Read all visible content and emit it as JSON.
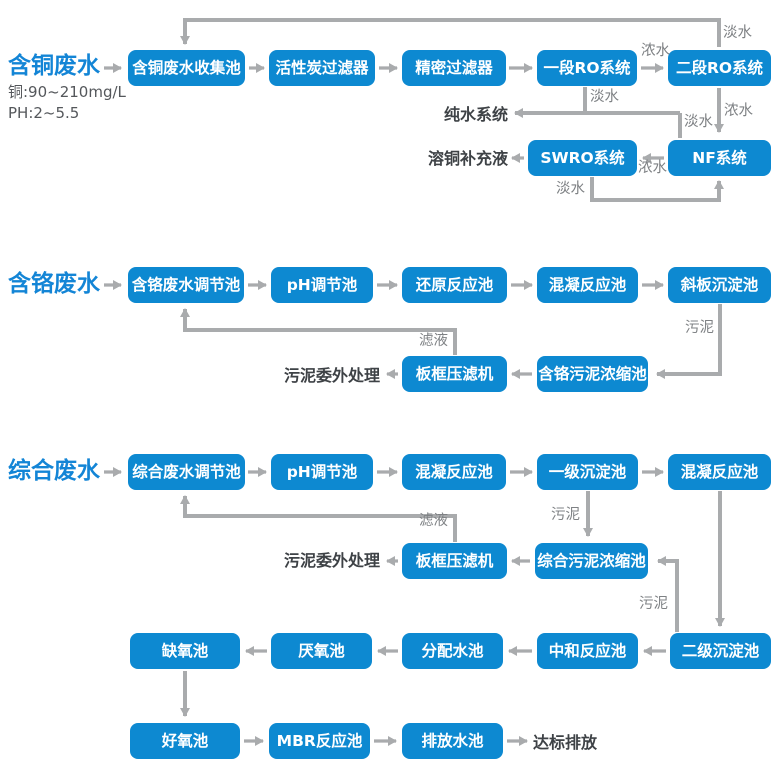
{
  "colors": {
    "node_blue": "#0d89d1",
    "title_blue": "#1385d6",
    "arrow_gray": "#a9abad",
    "edge_label_gray": "#7e8184",
    "terminal_text": "#3e4246",
    "note_gray": "#54575b"
  },
  "sections": [
    {
      "title": "含铜废水",
      "notes": [
        "铜:90~210mg/L",
        "PH:2~5.5"
      ],
      "nodes": {
        "collect": "含铜废水收集池",
        "carbon": "活性炭过滤器",
        "precision": "精密过滤器",
        "ro1": "一段RO系统",
        "ro2": "二段RO系统",
        "swro": "SWRO系统",
        "nf": "NF系统"
      },
      "terminals": {
        "pure_water": "纯水系统",
        "copper_makeup": "溶铜补充液"
      },
      "edge_labels": {
        "ro2_recycle": "淡水",
        "ro1_to_ro2": "浓水",
        "ro1_permeate": "淡水",
        "nf_permeate": "淡水",
        "ro2_concentrate": "浓水",
        "nf_to_swro": "浓水",
        "swro_permeate": "淡水"
      }
    },
    {
      "title": "含铬废水",
      "nodes": {
        "adjust": "含铬废水调节池",
        "ph": "pH调节池",
        "reduction": "还原反应池",
        "coagulation": "混凝反应池",
        "inclined": "斜板沉淀池",
        "thickener": "含铬污泥浓缩池",
        "press": "板框压滤机"
      },
      "terminals": {
        "outsourced": "污泥委外处理"
      },
      "edge_labels": {
        "sludge": "污泥",
        "filtrate": "滤液"
      }
    },
    {
      "title": "综合废水",
      "nodes": {
        "adjust": "综合废水调节池",
        "ph": "pH调节池",
        "coagulation1": "混凝反应池",
        "sed1": "一级沉淀池",
        "coagulation2": "混凝反应池",
        "thickener": "综合污泥浓缩池",
        "press": "板框压滤机",
        "sed2": "二级沉淀池",
        "neutralize": "中和反应池",
        "distribution": "分配水池",
        "anaerobic": "厌氧池",
        "anoxic": "缺氧池",
        "aerobic": "好氧池",
        "mbr": "MBR反应池",
        "discharge_pool": "排放水池"
      },
      "terminals": {
        "outsourced": "污泥委外处理",
        "discharge": "达标排放"
      },
      "edge_labels": {
        "sed1_sludge": "污泥",
        "filtrate": "滤液",
        "sed2_sludge": "污泥"
      }
    }
  ]
}
